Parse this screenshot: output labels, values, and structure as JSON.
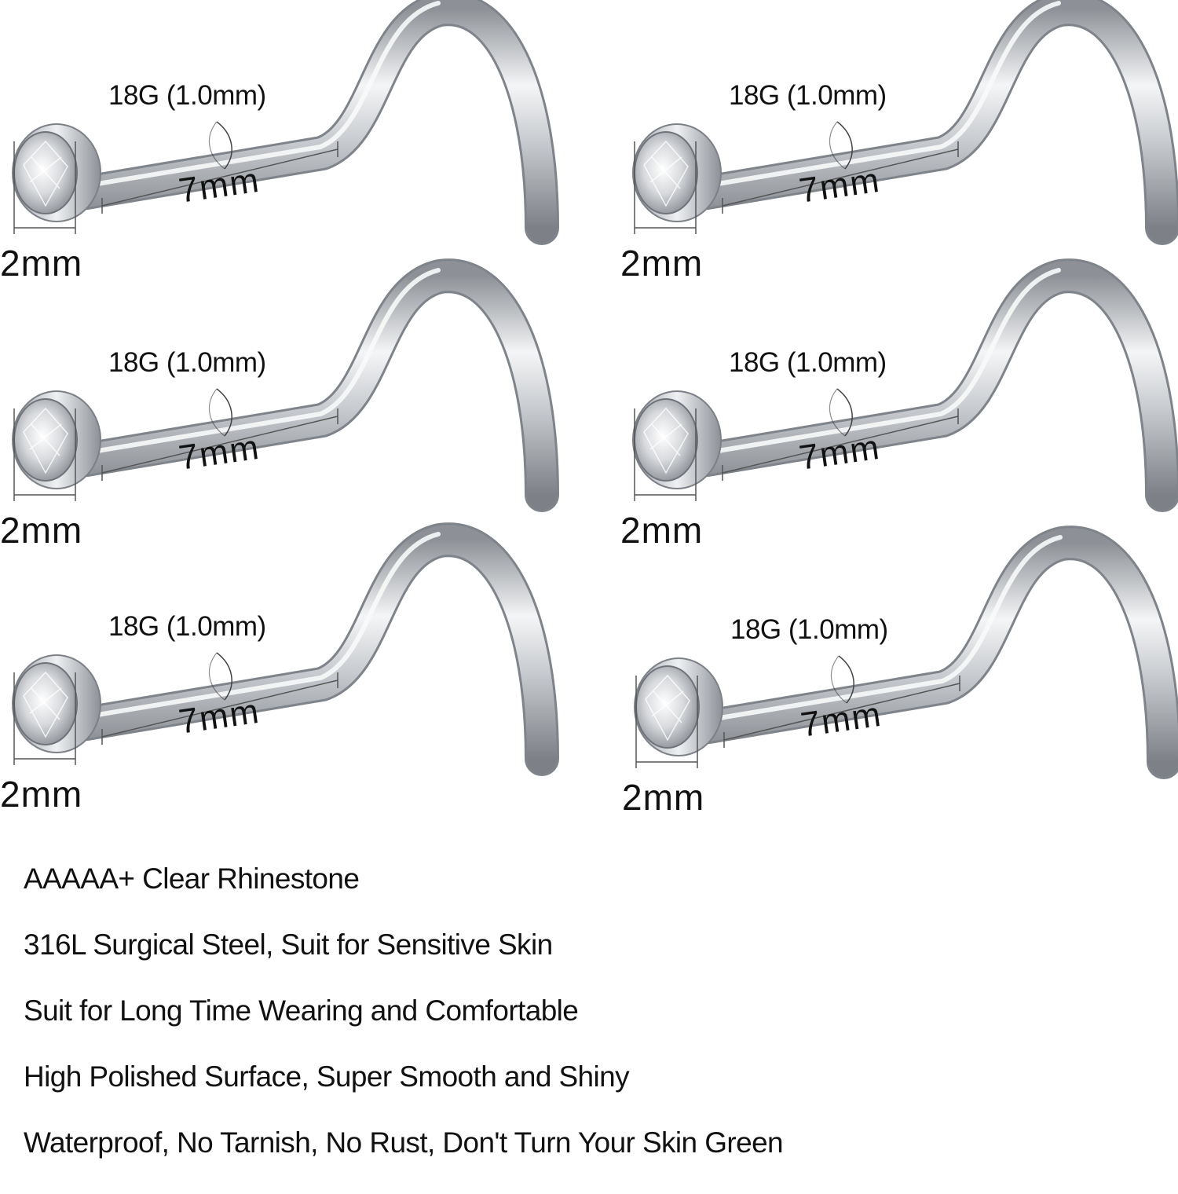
{
  "colors": {
    "steel": "#c9ccd0",
    "steel_shadow": "#8d9197",
    "steel_highlight": "#f4f5f6",
    "dimension_line": "#555555"
  },
  "studs": [
    {
      "gauge_label": "18G (1.0mm)",
      "length_label": "7mm",
      "head_label": "2mm"
    },
    {
      "gauge_label": "18G (1.0mm)",
      "length_label": "7mm",
      "head_label": "2mm"
    },
    {
      "gauge_label": "18G (1.0mm)",
      "length_label": "7mm",
      "head_label": "2mm"
    },
    {
      "gauge_label": "18G (1.0mm)",
      "length_label": "7mm",
      "head_label": "2mm"
    },
    {
      "gauge_label": "18G (1.0mm)",
      "length_label": "7mm",
      "head_label": "2mm"
    },
    {
      "gauge_label": "18G (1.0mm)",
      "length_label": "7mm",
      "head_label": "2mm"
    }
  ],
  "features": [
    "AAAAA+ Clear Rhinestone",
    "316L Surgical Steel, Suit for Sensitive Skin",
    "Suit for Long Time Wearing and Comfortable",
    "High Polished Surface, Super Smooth and Shiny",
    "Waterproof, No Tarnish, No Rust, Don't Turn Your Skin Green"
  ]
}
